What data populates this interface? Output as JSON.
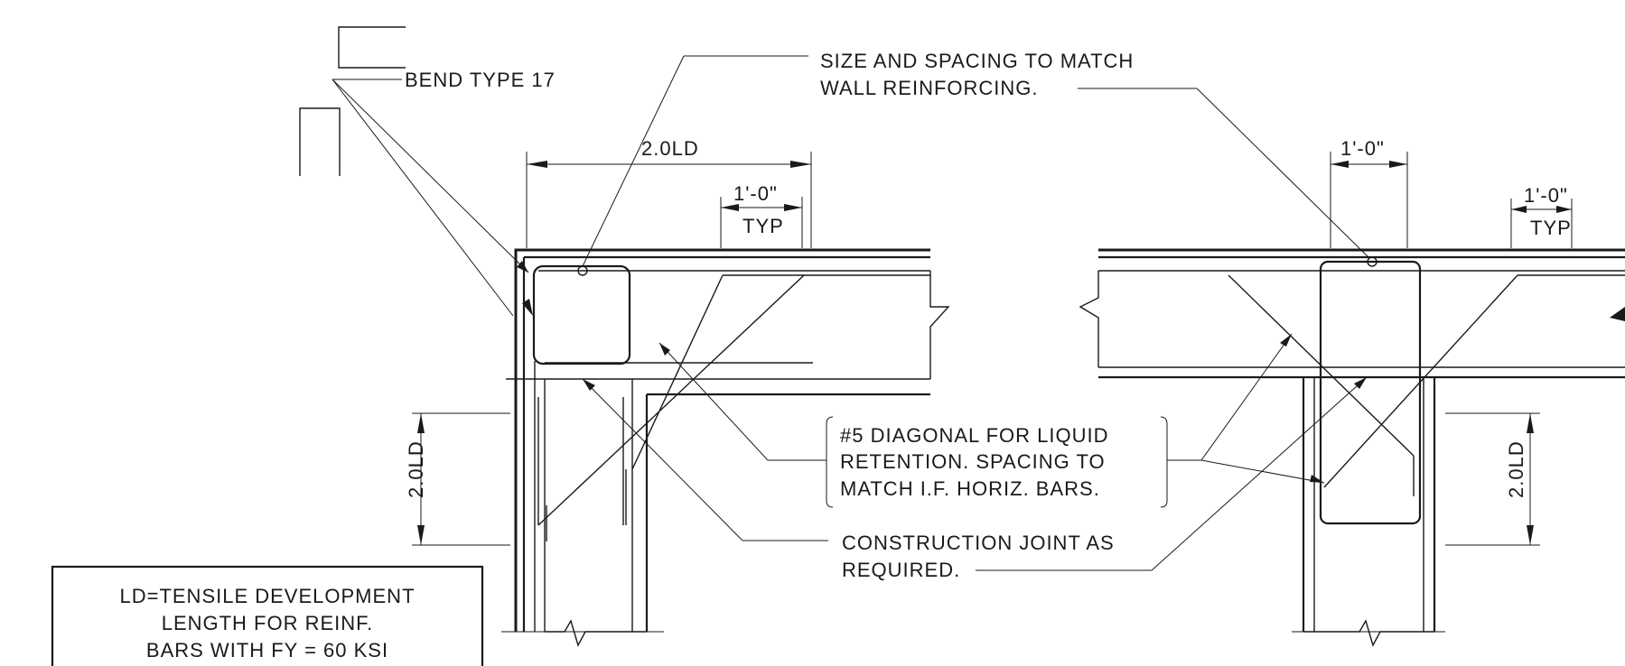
{
  "labels": {
    "bend_type": "BEND TYPE 17",
    "size_spacing_line1": "SIZE AND SPACING TO MATCH",
    "size_spacing_line2": "WALL REINFORCING.",
    "diagonal_line1": "#5 DIAGONAL FOR LIQUID",
    "diagonal_line2": "RETENTION. SPACING TO",
    "diagonal_line3": "MATCH I.F. HORIZ. BARS.",
    "joint_line1": "CONSTRUCTION JOINT AS",
    "joint_line2": "REQUIRED.",
    "note_line1": "LD=TENSILE DEVELOPMENT",
    "note_line2": "LENGTH FOR REINF.",
    "note_line3": "BARS WITH FY = 60 KSI"
  },
  "dimensions": {
    "left_top_span": "2.0LD",
    "left_typ_value": "1'-0\"",
    "left_typ_label": "TYP",
    "left_vertical": "2.0LD",
    "right_top_value": "1'-0\"",
    "right_typ_value": "1'-0\"",
    "right_typ_label": "TYP",
    "right_vertical": "2.0LD"
  }
}
